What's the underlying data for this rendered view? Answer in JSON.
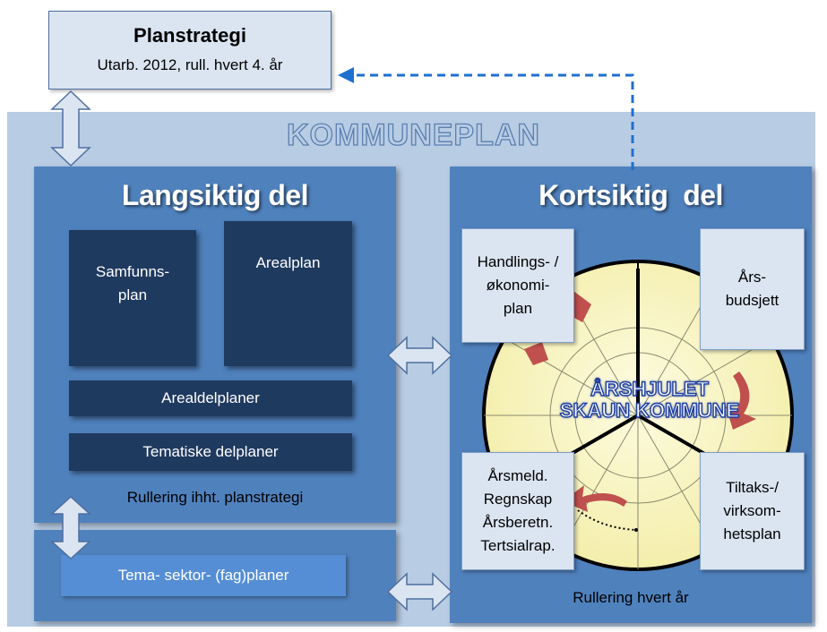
{
  "planstrategi": {
    "title": "Planstrategi",
    "subtitle": "Utarb. 2012, rull. hvert 4. år"
  },
  "kommuneplan": "KOMMUNEPLAN",
  "langsiktig": {
    "title": "Langsiktig del",
    "samfunnsplan": "Samfunns-\nplan",
    "arealplan": "Arealplan",
    "arealdelplaner": "Arealdelplaner",
    "tematiske": "Tematiske delplaner",
    "rullering": "Rullering ihht. planstrategi"
  },
  "tema_planer": "Tema- sektor- (fag)planer",
  "kortsiktig": {
    "title": "Kortsiktig  del",
    "handling": "Handlings- /\nøkonomi-\nplan",
    "aarsbudsjett": "Års-\nbudsjett",
    "aarsmeld": "Årsmeld.\nRegnskap\nÅrsberetn.\nTertsialrap.",
    "tiltaksplan": "Tiltaks-/\nvirksom-\nhetsplan",
    "wheel_line1": "ÅRSHJULET",
    "wheel_line2": "SKAUN KOMMUNE",
    "rullering": "Rullering hvert år"
  },
  "colors": {
    "panel": "#4f81bd",
    "navy": "#1f3a5f",
    "light": "#dbe5f1",
    "background": "#b8cce4",
    "wheel": "#f7f2b8",
    "arrow_red": "#c0504d",
    "dashed": "#1f6fd0"
  }
}
